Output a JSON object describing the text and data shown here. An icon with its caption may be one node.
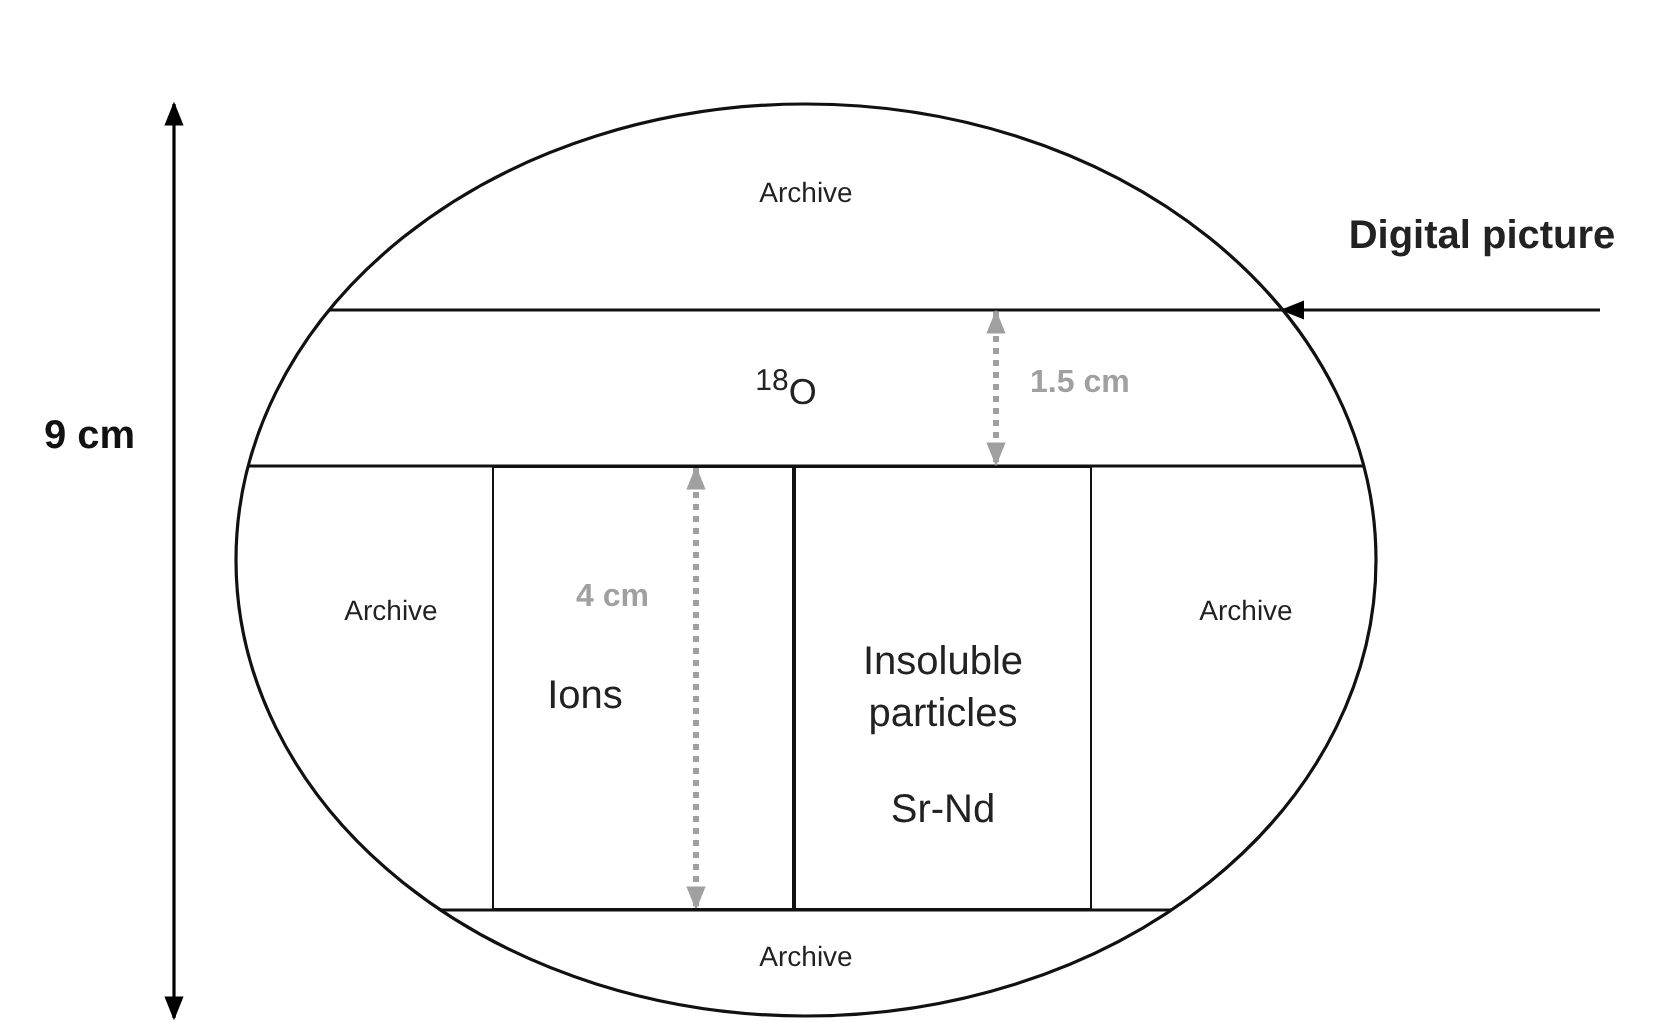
{
  "diagram": {
    "nodes": [
      {
        "text": [],
        "shape": "circle"
      },
      {
        "text": [
          "Archive"
        ],
        "in": 0
      },
      {
        "text": [
          "$^{18}$O"
        ],
        "in": 0
      },
      {
        "text": [
          "Archive"
        ],
        "in": 0
      },
      {
        "text": [
          "Ions"
        ],
        "in": 0
      },
      {
        "text": [
          "Insoluble particles",
          "Sr-Nd"
        ],
        "in": 0
      },
      {
        "text": [
          "Archive"
        ],
        "in": 0
      },
      {
        "text": [
          "Archive"
        ],
        "in": 0
      },
      {
        "text": [
          "Digital picture"
        ]
      }
    ],
    "edges": [
      {
        "from": 8,
        "to": 0,
        "arrow": "to"
      }
    ],
    "labels": [
      "9 cm",
      "1.5 cm",
      "4 cm"
    ]
  }
}
